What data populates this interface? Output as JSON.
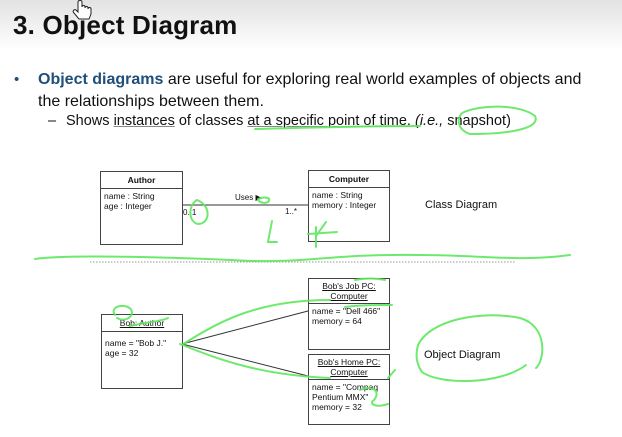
{
  "slide": {
    "title": "3. Object Diagram",
    "bullet_glyph": "•",
    "bullet": {
      "term": "Object diagrams",
      "text": " are useful for exploring real world examples of objects and the relationships between them."
    },
    "sub_bullet": {
      "dash": "–",
      "prefix": "Shows ",
      "underlined1": "instances",
      "middle": " of classes ",
      "underlined2": "at a specific point of time.",
      "suffix_italic": " (i.e.,",
      "suffix": " snapshot)"
    }
  },
  "class_diagram": {
    "label": "Class Diagram",
    "author": {
      "name": "Author",
      "attributes": [
        "name : String",
        "age : Integer"
      ]
    },
    "computer": {
      "name": "Computer",
      "attributes": [
        "name : String",
        "memory : Integer"
      ]
    },
    "association": {
      "label": "Uses ▶",
      "left_multiplicity": "0..1",
      "right_multiplicity": "1..*"
    }
  },
  "object_diagram": {
    "label": "Object Diagram",
    "bob": {
      "name": "Bob: Author",
      "attributes": [
        "name = \"Bob J.\"",
        "age = 32"
      ]
    },
    "job_pc": {
      "name_line1": "Bob's Job PC:",
      "name_line2": "Computer",
      "attributes": [
        "name = \"Dell 466\"",
        "memory = 64"
      ]
    },
    "home_pc": {
      "name_line1": "Bob's Home PC:",
      "name_line2": "Computer",
      "attributes": [
        "name = \"Compaq",
        "Pentium MMX\"",
        "memory = 32"
      ]
    }
  },
  "colors": {
    "accent": "#1f4e79",
    "annotation": "#5ee85e"
  }
}
